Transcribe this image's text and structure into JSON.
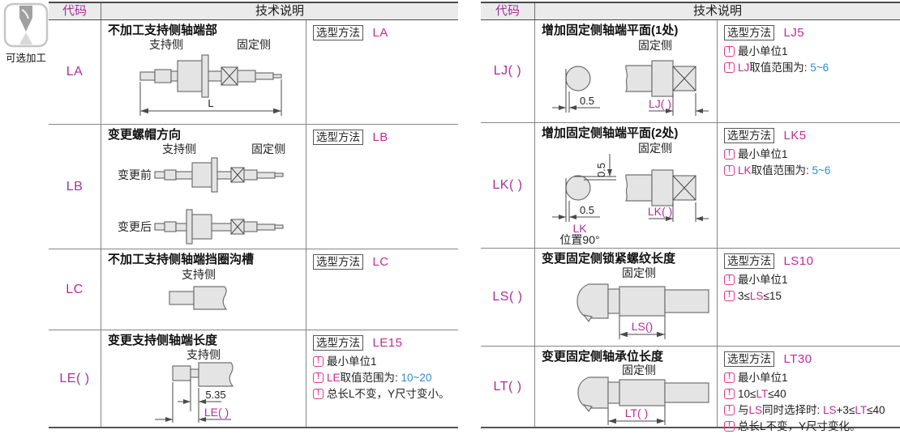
{
  "colors": {
    "purple_header": "#9c3598",
    "magenta_code": "#ab2fa0",
    "magenta_value": "#c42a97",
    "blue_range": "#2d8ccd",
    "warn_pink": "#e23a8e",
    "header_bg": "#ebebeb",
    "line_dark": "#4a4a4a",
    "line_mid": "#858585",
    "shape_fill": "#e4e4e4"
  },
  "icons": {
    "note": "!"
  },
  "machining_icon": {
    "label": "可选加工"
  },
  "left_table": {
    "header": {
      "code": "代码",
      "desc": "技术说明"
    },
    "rows": [
      {
        "code": "LA",
        "title": "不加工支持侧轴端部",
        "method": {
          "label": "选型方法",
          "value": "LA"
        },
        "diagram": {
          "support_label": "支持侧",
          "fixed_label": "固定侧",
          "dim_l": "L"
        },
        "notes": []
      },
      {
        "code": "LB",
        "title": "变更螺帽方向",
        "method": {
          "label": "选型方法",
          "value": "LB"
        },
        "diagram": {
          "support_label": "支持侧",
          "fixed_label": "固定侧",
          "before_label": "变更前",
          "after_label": "变更后"
        },
        "notes": []
      },
      {
        "code": "LC",
        "title": "不加工支持侧轴端挡圈沟槽",
        "method": {
          "label": "选型方法",
          "value": "LC"
        },
        "diagram": {
          "support_label": "支持侧"
        },
        "notes": []
      },
      {
        "code": "LE( )",
        "title": "变更支持侧轴端长度",
        "method": {
          "label": "选型方法",
          "value": "LE15"
        },
        "diagram": {
          "support_label": "支持侧",
          "dim_535": "5.35",
          "dim_le": "LE( )"
        },
        "notes": [
          {
            "segs": [
              {
                "t": "最小单位1",
                "c": "k"
              }
            ]
          },
          {
            "segs": [
              {
                "t": "LE",
                "c": "m"
              },
              {
                "t": "取值范围为: ",
                "c": "k"
              },
              {
                "t": "10~20",
                "c": "b"
              }
            ]
          },
          {
            "segs": [
              {
                "t": "总长L不变，Y尺寸变小。",
                "c": "k"
              }
            ]
          }
        ]
      }
    ]
  },
  "right_table": {
    "header": {
      "code": "代码",
      "desc": "技术说明"
    },
    "rows": [
      {
        "code": "LJ( )",
        "title": "增加固定侧轴端平面(1处)",
        "method": {
          "label": "选型方法",
          "value": "LJ5"
        },
        "diagram": {
          "fixed_label": "固定侧",
          "dim_05": "0.5",
          "dim_lj": "LJ( )"
        },
        "notes": [
          {
            "segs": [
              {
                "t": "最小单位1",
                "c": "k"
              }
            ]
          },
          {
            "segs": [
              {
                "t": "LJ",
                "c": "m"
              },
              {
                "t": "取值范围为: ",
                "c": "k"
              },
              {
                "t": "5~6",
                "c": "b"
              }
            ]
          }
        ]
      },
      {
        "code": "LK( )",
        "title": "增加固定侧轴端平面(2处)",
        "method": {
          "label": "选型方法",
          "value": "LK5"
        },
        "diagram": {
          "fixed_label": "固定侧",
          "dim_05_v": "0.5",
          "dim_05_h": "0.5",
          "dim_lk": "LK( )",
          "lk_label": "LK",
          "pos_label": "位置90°"
        },
        "notes": [
          {
            "segs": [
              {
                "t": "最小单位1",
                "c": "k"
              }
            ]
          },
          {
            "segs": [
              {
                "t": "LK",
                "c": "m"
              },
              {
                "t": "取值范围为: ",
                "c": "k"
              },
              {
                "t": "5~6",
                "c": "b"
              }
            ]
          }
        ]
      },
      {
        "code": "LS( )",
        "title": "变更固定侧锁紧螺纹长度",
        "method": {
          "label": "选型方法",
          "value": "LS10"
        },
        "diagram": {
          "fixed_label": "固定侧",
          "dim_ls": "LS()"
        },
        "notes": [
          {
            "segs": [
              {
                "t": "最小单位1",
                "c": "k"
              }
            ]
          },
          {
            "segs": [
              {
                "t": "3≤",
                "c": "k"
              },
              {
                "t": "LS",
                "c": "m"
              },
              {
                "t": "≤15",
                "c": "k"
              }
            ]
          }
        ]
      },
      {
        "code": "LT( )",
        "title": "变更固定侧轴承位长度",
        "method": {
          "label": "选型方法",
          "value": "LT30"
        },
        "diagram": {
          "fixed_label": "固定侧",
          "dim_lt": "LT( )"
        },
        "notes": [
          {
            "segs": [
              {
                "t": "最小单位1",
                "c": "k"
              }
            ]
          },
          {
            "segs": [
              {
                "t": "10≤",
                "c": "k"
              },
              {
                "t": "LT",
                "c": "m"
              },
              {
                "t": "≤40",
                "c": "k"
              }
            ]
          },
          {
            "segs": [
              {
                "t": "与",
                "c": "k"
              },
              {
                "t": "LS",
                "c": "m"
              },
              {
                "t": "同时选择时: ",
                "c": "k"
              },
              {
                "t": "LS",
                "c": "m"
              },
              {
                "t": "+3≤",
                "c": "k"
              },
              {
                "t": "LT",
                "c": "m"
              },
              {
                "t": "≤40",
                "c": "k"
              }
            ]
          },
          {
            "segs": [
              {
                "t": "总长L不变，Y尺寸变化。",
                "c": "k"
              }
            ]
          }
        ]
      }
    ]
  }
}
